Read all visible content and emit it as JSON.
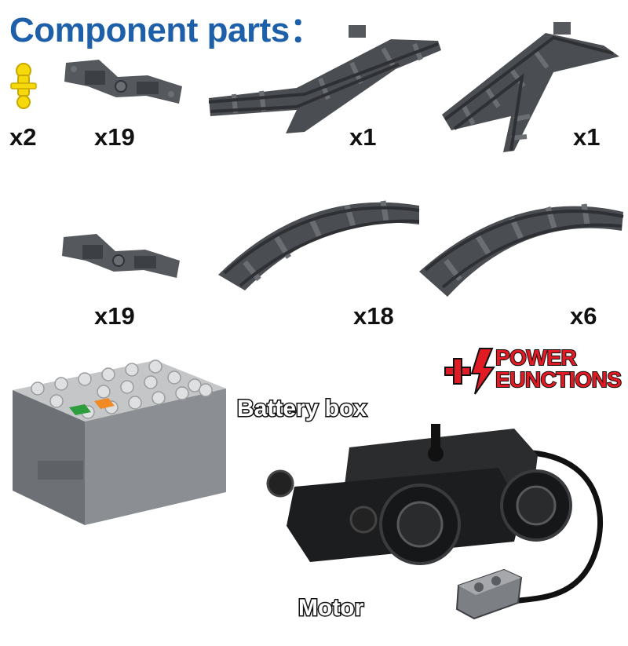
{
  "header": {
    "title": "Component parts："
  },
  "parts": {
    "stopper": {
      "qty": "x2",
      "icon": "yellow-stopper-icon"
    },
    "connector_top": {
      "qty": "x19",
      "icon": "track-connector-icon"
    },
    "switch_left": {
      "qty": "x1",
      "icon": "left-switch-track-icon"
    },
    "switch_right": {
      "qty": "x1",
      "icon": "right-switch-track-icon"
    },
    "connector_mid": {
      "qty": "x19",
      "icon": "track-connector-icon"
    },
    "curved_track": {
      "qty": "x18",
      "icon": "curved-track-icon"
    },
    "straight_track": {
      "qty": "x6",
      "icon": "straight-track-icon"
    }
  },
  "labels": {
    "battery_box": "Battery box",
    "motor": "Motor"
  },
  "power_functions": {
    "line1": "POWER",
    "line2": "EUNCTIONS",
    "color": "#e01b24"
  },
  "colors": {
    "title": "#1d5fa8",
    "track": "#4a4d52",
    "stopper": "#f5d90a"
  }
}
